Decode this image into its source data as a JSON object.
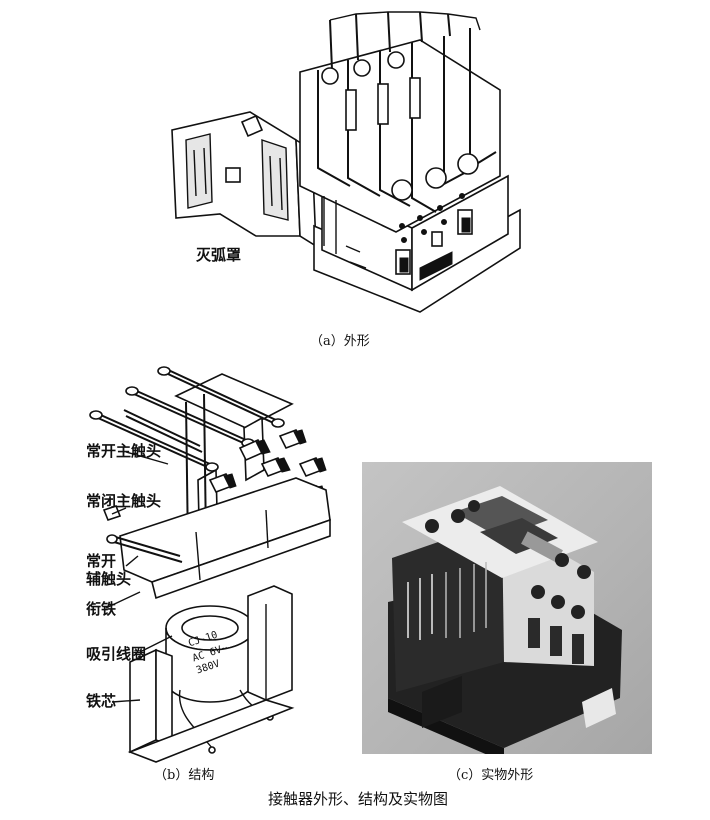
{
  "figure_a": {
    "caption": "（a）外形",
    "label_arc_chute": "灭弧罩"
  },
  "figure_b": {
    "caption": "（b）结构",
    "labels": {
      "no_main_contact": "常开主触头",
      "nc_main_contact": "常闭主触头",
      "no_aux_contact_line1": "常开",
      "no_aux_contact_line2": "辅触头",
      "armature": "衔铁",
      "coil": "吸引线圈",
      "core": "铁芯"
    },
    "coil_markings": [
      "CJ-10",
      "AC 6V~",
      "380V"
    ]
  },
  "figure_c": {
    "caption": "（c）实物外形"
  },
  "main_title": "接触器外形、结构及实物图"
}
